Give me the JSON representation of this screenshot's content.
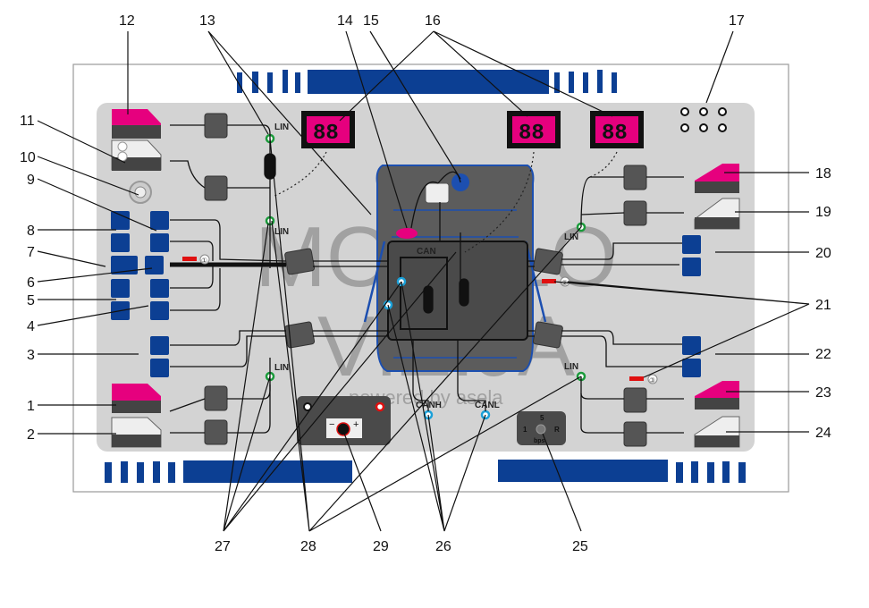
{
  "colors": {
    "panel_border": "#9a9a9a",
    "panel_bg": "#d3d3d3",
    "brand_blue": "#0c3f93",
    "magenta": "#e6007e",
    "dark_module": "#555555",
    "lin_green": "#1a9a3a",
    "can_cyan": "#1aa0d8",
    "red_socket": "#e01010"
  },
  "callouts": {
    "left": [
      "11",
      "10",
      "9",
      "8",
      "7",
      "6",
      "5",
      "4",
      "3",
      "1",
      "2"
    ],
    "top": [
      "12",
      "13",
      "14",
      "15",
      "16",
      "17"
    ],
    "right": [
      "18",
      "19",
      "20",
      "21",
      "22",
      "23",
      "24"
    ],
    "bottom": [
      "27",
      "28",
      "29",
      "26",
      "25"
    ]
  },
  "labels": {
    "lin": "LIN",
    "can": "CAN",
    "canh": "CANH",
    "canl": "CANL",
    "selector_top": "5",
    "selector_left": "1",
    "selector_right": "R",
    "selector_unit": "bps",
    "display_value": "88",
    "fuse_1": "①",
    "fuse_2": "②",
    "fuse_3": "③",
    "battery_minus": "−",
    "battery_plus": "+"
  },
  "watermark": {
    "line1": "MOZSLO",
    "line2": "VIZIJA",
    "line3": "powered by asela"
  }
}
